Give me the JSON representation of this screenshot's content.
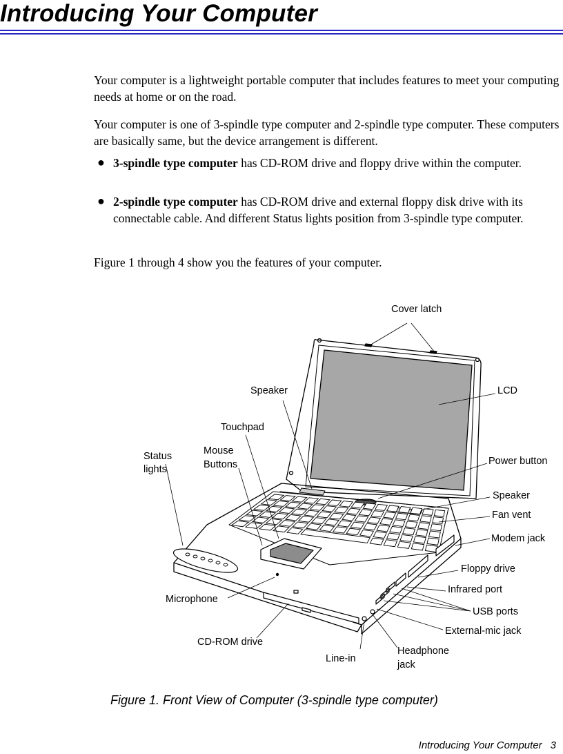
{
  "header": {
    "title": "Introducing Your Computer"
  },
  "paragraphs": [
    "Your computer is a lightweight portable computer that includes features to meet your computing needs at home or on the road.",
    "Your computer is one of 3-spindle type computer and 2-spindle type computer. These computers are basically same, but the device arrangement is different."
  ],
  "bullets": [
    {
      "bold": "3-spindle type computer",
      "text": " has CD-ROM drive and floppy drive within the computer."
    },
    {
      "bold": "2-spindle type computer",
      "text": " has CD-ROM drive and external floppy disk drive with its connectable cable. And different Status lights position from 3-spindle type computer."
    }
  ],
  "intro_figures": "Figure 1 through 4 show you the features of your computer.",
  "figure": {
    "labels": {
      "cover_latch": "Cover latch",
      "speaker_top": "Speaker",
      "lcd": "LCD",
      "touchpad": "Touchpad",
      "status_lights": [
        "Status",
        "lights"
      ],
      "mouse_buttons": [
        "Mouse",
        "Buttons"
      ],
      "power_button": "Power button",
      "speaker_right": "Speaker",
      "fan_vent": "Fan vent",
      "modem_jack": "Modem jack",
      "floppy_drive": "Floppy drive",
      "infrared_port": "Infrared port",
      "usb_ports": "USB ports",
      "microphone": "Microphone",
      "external_mic_jack": "External-mic jack",
      "cdrom_drive": "CD-ROM drive",
      "line_in": "Line-in",
      "headphone_jack": [
        "Headphone",
        "jack"
      ]
    },
    "caption": "Figure 1.  Front View of Computer (3-spindle type computer)"
  },
  "footer": {
    "section": "Introducing Your Computer",
    "page": "3"
  }
}
